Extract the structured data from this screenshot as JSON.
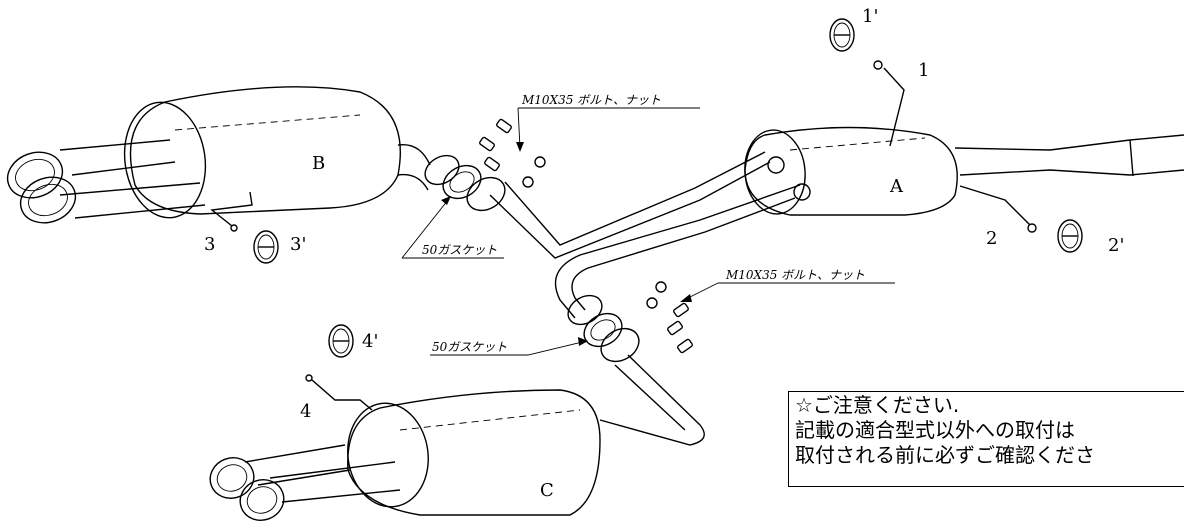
{
  "labels": {
    "A": "A",
    "B": "B",
    "C": "C",
    "n1": "1",
    "n1p": "1'",
    "n2": "2",
    "n2p": "2'",
    "n3": "3",
    "n3p": "3'",
    "n4": "4",
    "n4p": "4'"
  },
  "callouts": {
    "bolt_top": "M10X35 ボルト、ナット",
    "gasket_top": "50ガスケット",
    "bolt_mid": "M10X35 ボルト、ナット",
    "gasket_mid": "50ガスケット"
  },
  "notice": {
    "line1": "☆ご注意ください.",
    "line2": "記載の適合型式以外への取付は",
    "line3": "取付される前に必ずご確認くださ"
  }
}
